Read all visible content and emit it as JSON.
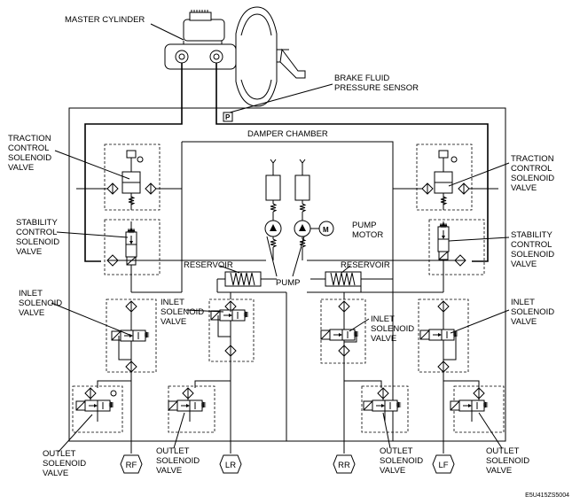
{
  "labels": {
    "master_cylinder": "MASTER CYLINDER",
    "brake_fluid_sensor": [
      "BRAKE FLUID",
      "PRESSURE SENSOR"
    ],
    "sensor_symbol": "P",
    "damper_chamber": "DAMPER CHAMBER",
    "pump_motor": [
      "PUMP",
      "MOTOR"
    ],
    "motor_symbol": "M",
    "pump": "PUMP",
    "reservoir_left": "RESERVOIR",
    "reservoir_right": "RESERVOIR",
    "tc_left": [
      "TRACTION",
      "CONTROL",
      "SOLENOID",
      "VALVE"
    ],
    "tc_right": [
      "TRACTION",
      "CONTROL",
      "SOLENOID",
      "VALVE"
    ],
    "sc_left": [
      "STABILITY",
      "CONTROL",
      "SOLENOID",
      "VALVE"
    ],
    "sc_right": [
      "STABILITY",
      "CONTROL",
      "SOLENOID",
      "VALVE"
    ],
    "inlet_1": [
      "INLET",
      "SOLENOID",
      "VALVE"
    ],
    "inlet_2": [
      "INLET",
      "SOLENOID",
      "VALVE"
    ],
    "inlet_3": [
      "INLET",
      "SOLENOID",
      "VALVE"
    ],
    "inlet_4": [
      "INLET",
      "SOLENOID",
      "VALVE"
    ],
    "outlet_1": [
      "OUTLET",
      "SOLENOID",
      "VALVE"
    ],
    "outlet_2": [
      "OUTLET",
      "SOLENOID",
      "VALVE"
    ],
    "outlet_3": [
      "OUTLET",
      "SOLENOID",
      "VALVE"
    ],
    "outlet_4": [
      "OUTLET",
      "SOLENOID",
      "VALVE"
    ]
  },
  "wheels": [
    "RF",
    "LR",
    "RR",
    "LF"
  ],
  "figure_code": "E5U415ZS5004"
}
